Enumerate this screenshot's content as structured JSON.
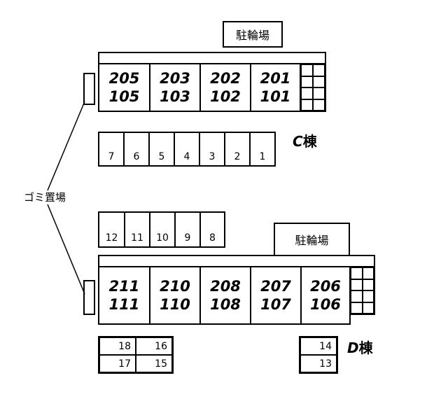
{
  "bike_parking_top": "駐輪場",
  "bike_parking_mid": "駐輪場",
  "garbage_area": "ゴミ置場",
  "building_c": {
    "name_letter": "C",
    "name_suffix": "棟",
    "units": [
      {
        "upper": "205",
        "lower": "105"
      },
      {
        "upper": "203",
        "lower": "103"
      },
      {
        "upper": "202",
        "lower": "102"
      },
      {
        "upper": "201",
        "lower": "101"
      }
    ]
  },
  "building_d": {
    "name_letter": "D",
    "name_suffix": "棟",
    "units": [
      {
        "upper": "211",
        "lower": "111"
      },
      {
        "upper": "210",
        "lower": "110"
      },
      {
        "upper": "208",
        "lower": "108"
      },
      {
        "upper": "207",
        "lower": "107"
      },
      {
        "upper": "206",
        "lower": "106"
      }
    ]
  },
  "parking_row_1": [
    "7",
    "6",
    "5",
    "4",
    "3",
    "2",
    "1"
  ],
  "parking_row_2": [
    "12",
    "11",
    "10",
    "9",
    "8"
  ],
  "parking_block_left": [
    "18",
    "16",
    "17",
    "15"
  ],
  "parking_block_right": [
    "14",
    "13"
  ]
}
